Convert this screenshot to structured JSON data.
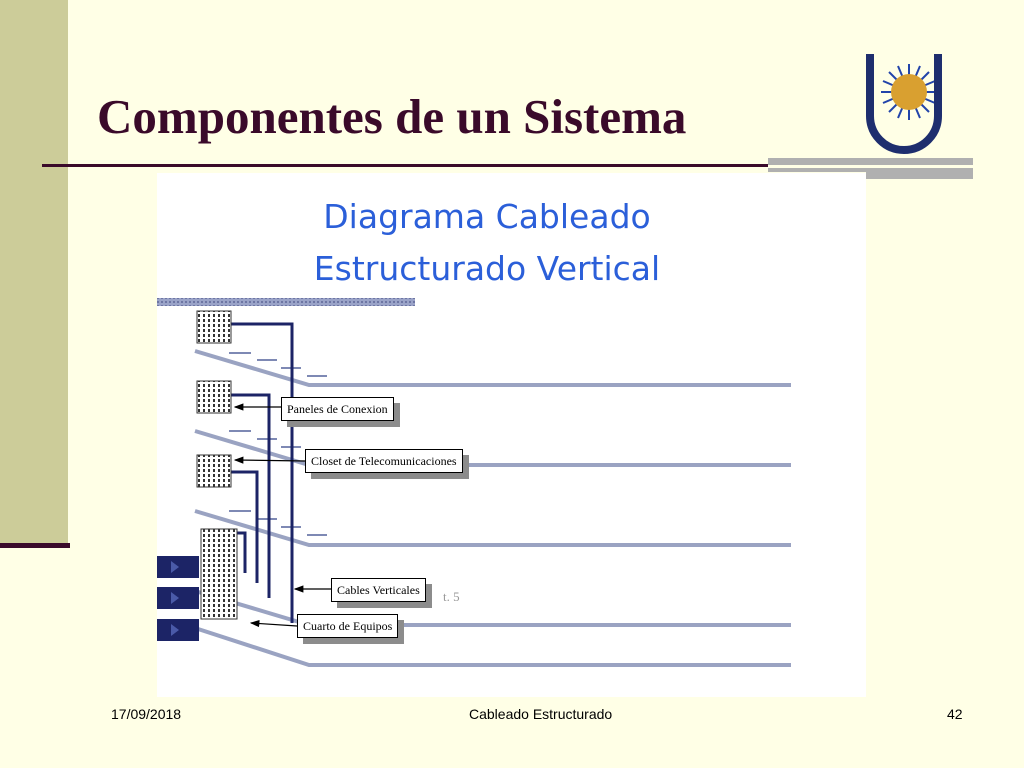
{
  "slide": {
    "title": "Componentes de un Sistema",
    "colors": {
      "title": "#3A0A2A",
      "band": "#CCCC99",
      "background": "#FFFFE6",
      "diagram_title": "#2B5FD9"
    }
  },
  "diagram": {
    "title_line1": "Diagrama Cableado",
    "title_line2": "Estructurado Vertical",
    "labels": {
      "paneles": "Paneles de Conexion",
      "closet": "Closet de Telecomunicaciones",
      "cables": "Cables Verticales",
      "cuarto": "Cuarto de Equipos"
    },
    "faint_text": "t. 5"
  },
  "footer": {
    "date": "17/09/2018",
    "center": "Cableado Estructurado",
    "page": "42"
  },
  "icons": [
    "university-logo-icon",
    "patch-panel-icon",
    "equipment-rack-icon"
  ]
}
